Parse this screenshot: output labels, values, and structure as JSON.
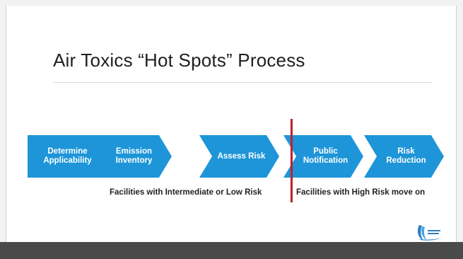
{
  "slide": {
    "title": "Air Toxics “Hot Spots” Process"
  },
  "process_steps": [
    {
      "label": "Determine\nApplicability"
    },
    {
      "label": "Emission\nInventory"
    },
    {
      "label": "Assess Risk"
    },
    {
      "label": "Public\nNotification"
    },
    {
      "label": "Risk\nReduction"
    }
  ],
  "captions": {
    "left": "Facilities with Intermediate or Low Risk",
    "right": "Facilities with High Risk move on"
  },
  "colors": {
    "step_fill": "#1d95d8",
    "divider": "#c0202c",
    "footer": "#4a4a4a"
  },
  "logo": {
    "icon": "air-district-logo-icon"
  }
}
